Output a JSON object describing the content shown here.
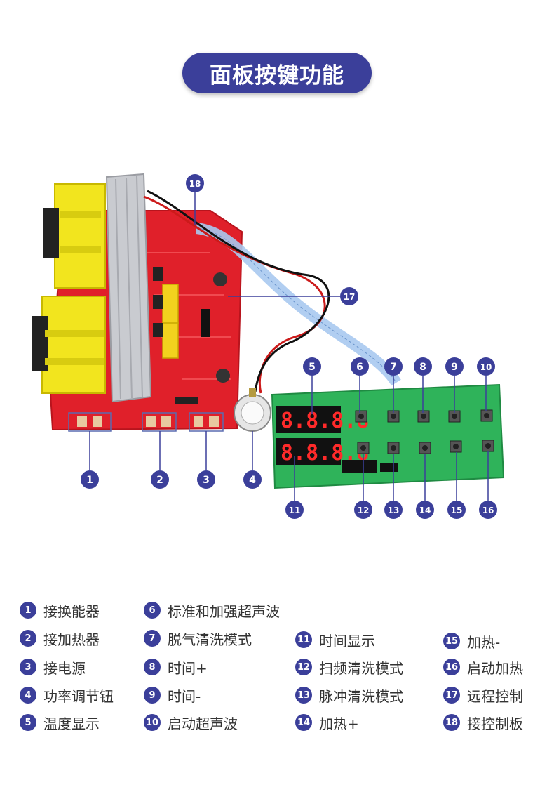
{
  "title": "面板按键功能",
  "colors": {
    "accent": "#3b3f9a",
    "board_red": "#e0202a",
    "panel_green": "#2fb35a",
    "transformer_yellow": "#f2e51e",
    "heatsink_silver": "#c9cbd0",
    "display_red": "#ff2a2a"
  },
  "callouts": [
    {
      "num": "1"
    },
    {
      "num": "2"
    },
    {
      "num": "3"
    },
    {
      "num": "4"
    },
    {
      "num": "5"
    },
    {
      "num": "6"
    },
    {
      "num": "7"
    },
    {
      "num": "8"
    },
    {
      "num": "9"
    },
    {
      "num": "10"
    },
    {
      "num": "11"
    },
    {
      "num": "12"
    },
    {
      "num": "13"
    },
    {
      "num": "14"
    },
    {
      "num": "15"
    },
    {
      "num": "16"
    },
    {
      "num": "17"
    },
    {
      "num": "18"
    }
  ],
  "legend": [
    {
      "num": "1",
      "label": "接换能器"
    },
    {
      "num": "2",
      "label": "接加热器"
    },
    {
      "num": "3",
      "label": "接电源"
    },
    {
      "num": "4",
      "label": "功率调节钮"
    },
    {
      "num": "5",
      "label": "温度显示"
    },
    {
      "num": "6",
      "label": "标准和加强超声波"
    },
    {
      "num": "7",
      "label": "脱气清洗模式"
    },
    {
      "num": "8",
      "label": "时间+"
    },
    {
      "num": "9",
      "label": "时间-"
    },
    {
      "num": "10",
      "label": "启动超声波"
    },
    {
      "num": "11",
      "label": "时间显示"
    },
    {
      "num": "12",
      "label": "扫频清洗模式"
    },
    {
      "num": "13",
      "label": "脉冲清洗模式"
    },
    {
      "num": "14",
      "label": "加热+"
    },
    {
      "num": "15",
      "label": "加热-"
    },
    {
      "num": "16",
      "label": "启动加热"
    },
    {
      "num": "17",
      "label": "远程控制"
    },
    {
      "num": "18",
      "label": "接控制板"
    }
  ]
}
